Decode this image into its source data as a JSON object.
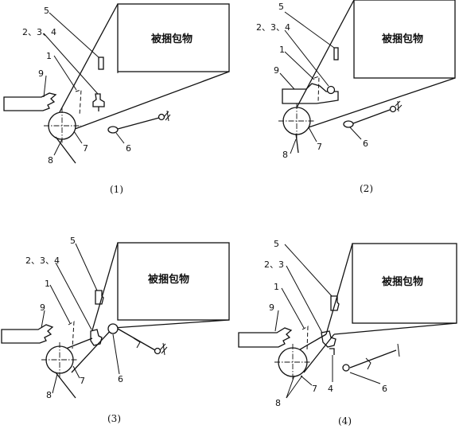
{
  "box_label": "被捆包物",
  "panels": [
    {
      "caption": "(1)",
      "labels": {
        "n5": "5",
        "n234": "2、3、4",
        "n1": "1",
        "n9": "9",
        "n7": "7",
        "n6": "6",
        "n8": "8"
      }
    },
    {
      "caption": "(2)",
      "labels": {
        "n5": "5",
        "n234": "2、3、4",
        "n1": "1",
        "n9": "9",
        "n7": "7",
        "n6": "6",
        "n8": "8"
      }
    },
    {
      "caption": "(3)",
      "labels": {
        "n5": "5",
        "n234": "2、3、4",
        "n1": "1",
        "n9": "9",
        "n7": "7",
        "n6": "6",
        "n8": "8"
      }
    },
    {
      "caption": "(4)",
      "labels": {
        "n5": "5",
        "n23": "2、3",
        "n1": "1",
        "n9": "9",
        "n7": "7",
        "n4": "4",
        "n6": "6",
        "n8": "8"
      }
    }
  ]
}
